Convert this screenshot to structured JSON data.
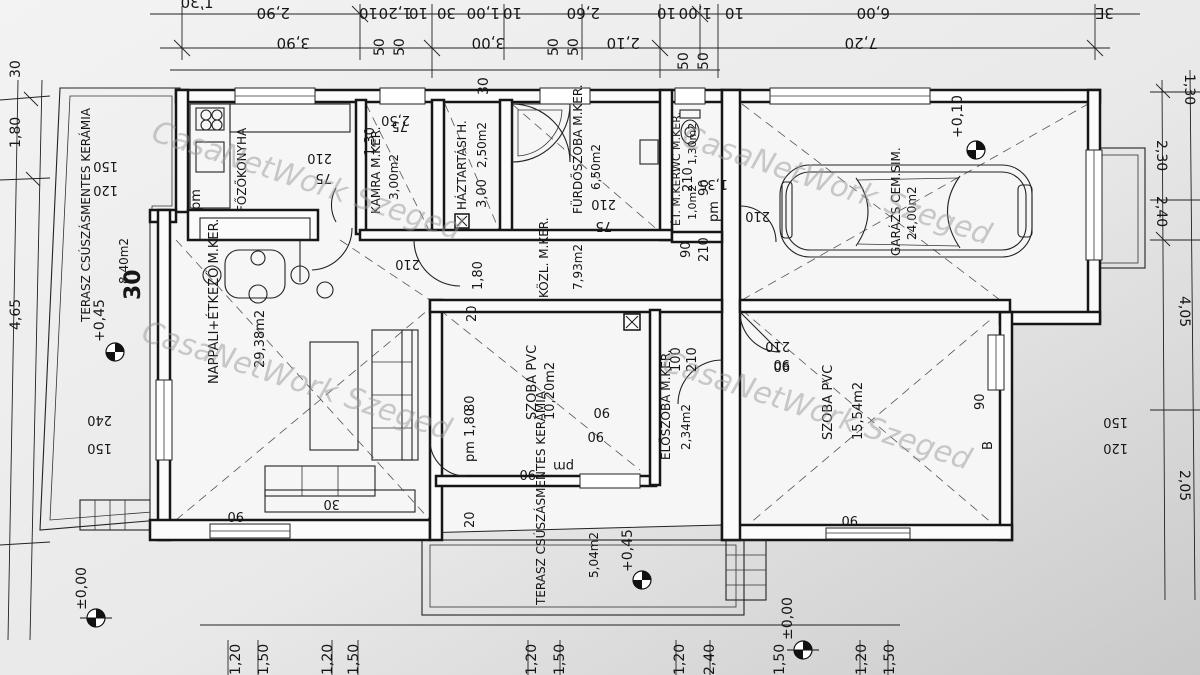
{
  "top_dims_row1": [
    "1,30",
    "2,90",
    "10",
    "1,20",
    "10",
    "30",
    "1,00",
    "10",
    "2,60",
    "10",
    "1,00",
    "10",
    "6,00",
    "3E"
  ],
  "top_dims_row2": [
    "3,90",
    "3,00",
    "2,10",
    "7,20"
  ],
  "top_dims_row3": [
    "50",
    "50",
    "30",
    "50",
    "50",
    "50",
    "50"
  ],
  "left_dims": [
    "1,80",
    "4,65",
    "30"
  ],
  "right_dims": [
    "1,30",
    "2,30",
    "2,40",
    "4,05",
    "2,05"
  ],
  "bottom_dims": [
    "1,20",
    "1,50",
    "1,20",
    "1,50",
    "1,20",
    "1,50",
    "1,20",
    "2,40",
    "1,50",
    "1,20",
    "1,50"
  ],
  "level_marks": [
    "±0,00",
    "±0,00",
    "+0,45",
    "+0,45",
    "+0,10"
  ],
  "rooms": [
    {
      "name": "TERASZ CSÚSZÁSMENTES KERÁMIA",
      "area": "8,40m2"
    },
    {
      "name": "FŐZŐKONYHA",
      "area": ""
    },
    {
      "name": "KAMRA M.KER.",
      "area": "3,00m2"
    },
    {
      "name": "HÁZTARTÁSI H.",
      "area": "2,50m2"
    },
    {
      "name": "FÜRDŐSZOBA M.KER.",
      "area": "6,50m2"
    },
    {
      "name": "WC M.KER.",
      "area": "1,30m2"
    },
    {
      "name": "ÉT. M.KER.",
      "area": "1,0m2"
    },
    {
      "name": "GARÁZS CEM.SIM.",
      "area": "24,00m2"
    },
    {
      "name": "NAPPALI+ÉTKEZŐ M.KER.",
      "area": "29,38m2"
    },
    {
      "name": "KÖZL. M.KER.",
      "area": "7,93m2"
    },
    {
      "name": "SZOBA PVC",
      "area": "10,20m2"
    },
    {
      "name": "ELŐSZOBA M.KER.",
      "area": "2,34m2"
    },
    {
      "name": "SZOBA PVC",
      "area": "15,54m2"
    },
    {
      "name": "TERASZ CSÚSZÁSMENTES KERÁMIA",
      "area": "5,04m2"
    }
  ],
  "openings": [
    "150",
    "120",
    "240",
    "150",
    "210",
    "75",
    "210",
    "75",
    "210",
    "210",
    "90",
    "210",
    "100",
    "210",
    "90",
    "210",
    "90",
    "120",
    "150",
    "90",
    "90",
    "90",
    "90",
    "90",
    "90",
    "1,35",
    "1,30",
    "1,80",
    "2,50",
    "3,00",
    "80",
    "20",
    "pm 1,80",
    "75",
    "210",
    "90",
    "pm",
    "pm",
    "pm",
    "B",
    "30",
    "20",
    "30"
  ],
  "watermarks": [
    "CasaNetWork Szeged",
    "CasaNetWork Szeged",
    "CasaNetWork Szeged",
    "CasaNetWork Szeged"
  ]
}
